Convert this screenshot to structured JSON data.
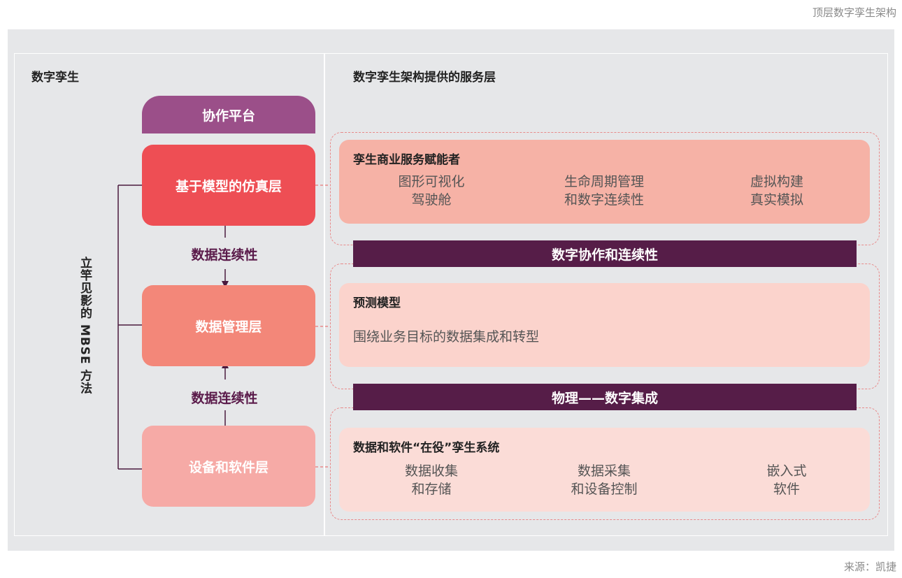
{
  "top_caption": "顶层数字孪生架构",
  "source": "来源：凯捷",
  "left_section": {
    "title": "数字孪生",
    "vertical_label": "立竿见影的 MBSE 方法",
    "collab_platform": "协作平台",
    "layers": [
      {
        "label": "基于模型的仿真层",
        "color": "#ee4e54"
      },
      {
        "label": "数据管理层",
        "color": "#f38779"
      },
      {
        "label": "设备和软件层",
        "color": "#f6aaa6"
      }
    ],
    "continuity_labels": [
      "数据连续性",
      "数据连续性"
    ]
  },
  "right_section": {
    "title": "数字孪生架构提供的服务层",
    "panels": [
      {
        "title": "孪生商业服务赋能者",
        "color": "#f6b2a6",
        "items": [
          {
            "line1": "图形可视化",
            "line2": "驾驶舱"
          },
          {
            "line1": "生命周期管理",
            "line2": "和数字连续性"
          },
          {
            "line1": "虚拟构建",
            "line2": "真实模拟"
          }
        ]
      },
      {
        "title": "预测模型",
        "color": "#fbd3cc",
        "description": "围绕业务目标的数据集成和转型"
      },
      {
        "title": "数据和软件“在役”孪生系统",
        "color": "#fbdcd7",
        "items": [
          {
            "line1": "数据收集",
            "line2": "和存储"
          },
          {
            "line1": "数据采集",
            "line2": "和设备控制"
          },
          {
            "line1": "嵌入式",
            "line2": "软件"
          }
        ]
      }
    ],
    "bands": [
      "数字协作和连续性",
      "物理——数字集成"
    ],
    "band_color": "#561d48"
  },
  "colors": {
    "background": "#e6e7e9",
    "collab": "#9b4f89",
    "arrow": "#4a1a3e",
    "dashed_border": "#e88a8a"
  }
}
